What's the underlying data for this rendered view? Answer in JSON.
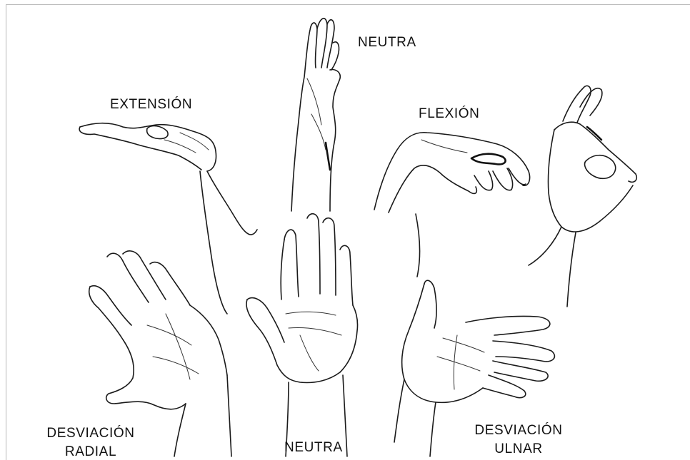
{
  "labels": {
    "neutra_top": "NEUTRA",
    "extension": "EXTENSIÓN",
    "flexion": "FLEXIÓN",
    "desviacion_radial_1": "DESVIACIÓN",
    "desviacion_radial_2": "RADIAL",
    "neutra_bottom": "NEUTRA",
    "desviacion_ulnar_1": "DESVIACIÓN",
    "desviacion_ulnar_2": "ULNAR"
  },
  "colors": {
    "ink": "#1a1a1a",
    "background": "#ffffff",
    "frame": "#b8b8b8"
  }
}
